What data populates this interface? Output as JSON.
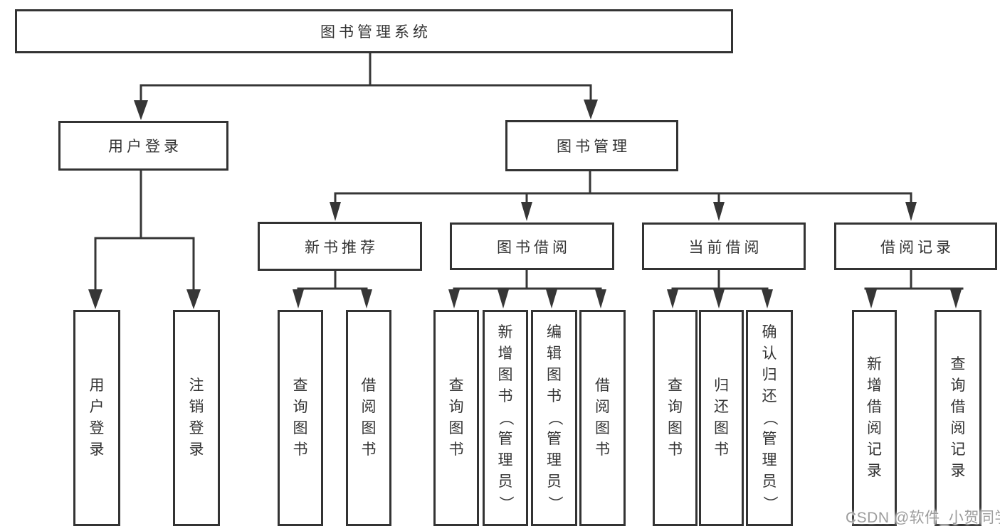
{
  "tree": {
    "label": "图书管理系统",
    "children": [
      {
        "label": "用户登录",
        "children": [
          {
            "label": "用户登录"
          },
          {
            "label": "注销登录"
          }
        ]
      },
      {
        "label": "图书管理",
        "children": [
          {
            "label": "新书推荐",
            "children": [
              {
                "label": "查询图书"
              },
              {
                "label": "借阅图书"
              }
            ]
          },
          {
            "label": "图书借阅",
            "children": [
              {
                "label": "查询图书"
              },
              {
                "label": "新增图书（管理员）"
              },
              {
                "label": "编辑图书（管理员）"
              },
              {
                "label": "借阅图书"
              }
            ]
          },
          {
            "label": "当前借阅",
            "children": [
              {
                "label": "查询图书"
              },
              {
                "label": "归还图书"
              },
              {
                "label": "确认归还（管理员）"
              }
            ]
          },
          {
            "label": "借阅记录",
            "children": [
              {
                "label": "新增借阅记录"
              },
              {
                "label": "查询借阅记录"
              }
            ]
          }
        ]
      }
    ]
  },
  "watermark": {
    "text": "CSDN @软件_小贺同学",
    "color": "#9d9d9d"
  },
  "style": {
    "line_color": "#363636",
    "border_color": "#333333",
    "text_color": "#333333",
    "background": "#ffffff"
  }
}
